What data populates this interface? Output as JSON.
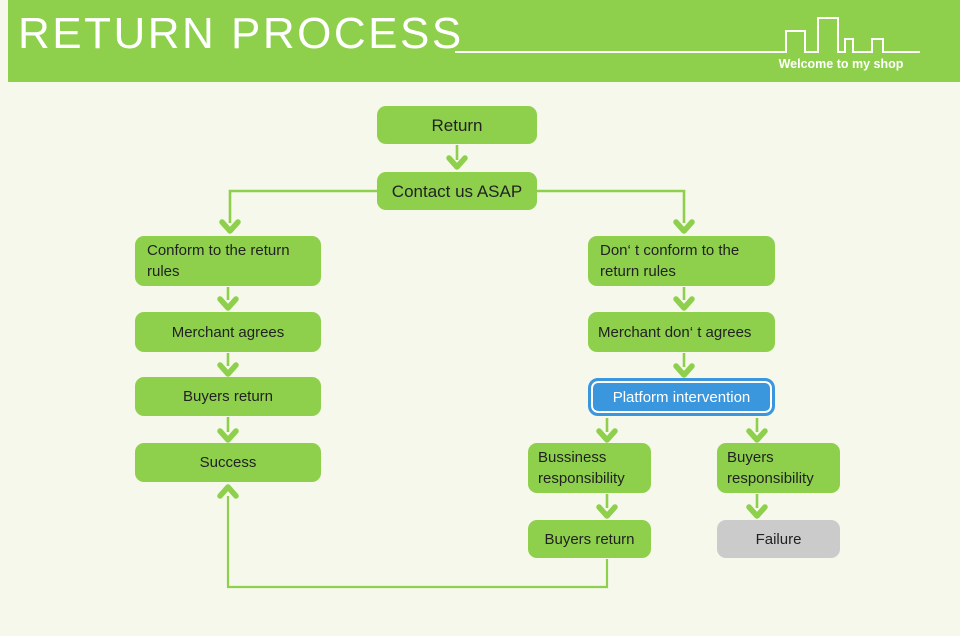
{
  "header": {
    "title": "RETURN PROCESS",
    "tagline": "Welcome to my shop",
    "decoration_icon": "city-skyline",
    "background_color": "#8ed04c",
    "text_color": "#ffffff"
  },
  "colors": {
    "canvas_background": "#f6f8ec",
    "node_green": "#8ed04c",
    "node_blue_fill": "#3a97dd",
    "node_blue_inner_border": "#ffffff",
    "node_gray": "#cbcbcb",
    "node_text": "#222222",
    "connector": "#8ed04c"
  },
  "flowchart": {
    "nodes": {
      "return": {
        "label": "Return",
        "variant": "green"
      },
      "contact": {
        "label": "Contact us ASAP",
        "variant": "green"
      },
      "conform": {
        "label": "Conform to the return rules",
        "variant": "green"
      },
      "merchant_agrees": {
        "label": "Merchant agrees",
        "variant": "green"
      },
      "buyers_return_left": {
        "label": "Buyers return",
        "variant": "green"
      },
      "success": {
        "label": "Success",
        "variant": "green"
      },
      "dont_conform": {
        "label": "Don‘ t conform to the return rules",
        "variant": "green"
      },
      "merchant_dont_agree": {
        "label": "Merchant don‘ t agrees",
        "variant": "green"
      },
      "platform": {
        "label": "Platform intervention",
        "variant": "blue"
      },
      "business_resp": {
        "label": "Bussiness responsibility",
        "variant": "green"
      },
      "buyers_resp": {
        "label": "Buyers responsibility",
        "variant": "green"
      },
      "buyers_return_right": {
        "label": "Buyers return",
        "variant": "green"
      },
      "failure": {
        "label": "Failure",
        "variant": "gray"
      }
    },
    "edges": [
      {
        "from": "Return",
        "to": "Contact us ASAP"
      },
      {
        "from": "Contact us ASAP",
        "to": "Conform to the return rules"
      },
      {
        "from": "Contact us ASAP",
        "to": "Don‘ t conform to the return rules"
      },
      {
        "from": "Conform to the return rules",
        "to": "Merchant agrees"
      },
      {
        "from": "Merchant agrees",
        "to": "Buyers return"
      },
      {
        "from": "Buyers return",
        "to": "Success"
      },
      {
        "from": "Don‘ t conform to the return rules",
        "to": "Merchant don‘ t agrees"
      },
      {
        "from": "Merchant don‘ t agrees",
        "to": "Platform intervention"
      },
      {
        "from": "Platform intervention",
        "to": "Bussiness responsibility"
      },
      {
        "from": "Platform intervention",
        "to": "Buyers responsibility"
      },
      {
        "from": "Bussiness responsibility",
        "to": "Buyers return"
      },
      {
        "from": "Buyers responsibility",
        "to": "Failure"
      },
      {
        "from": "Buyers return",
        "to": "Success"
      }
    ]
  }
}
